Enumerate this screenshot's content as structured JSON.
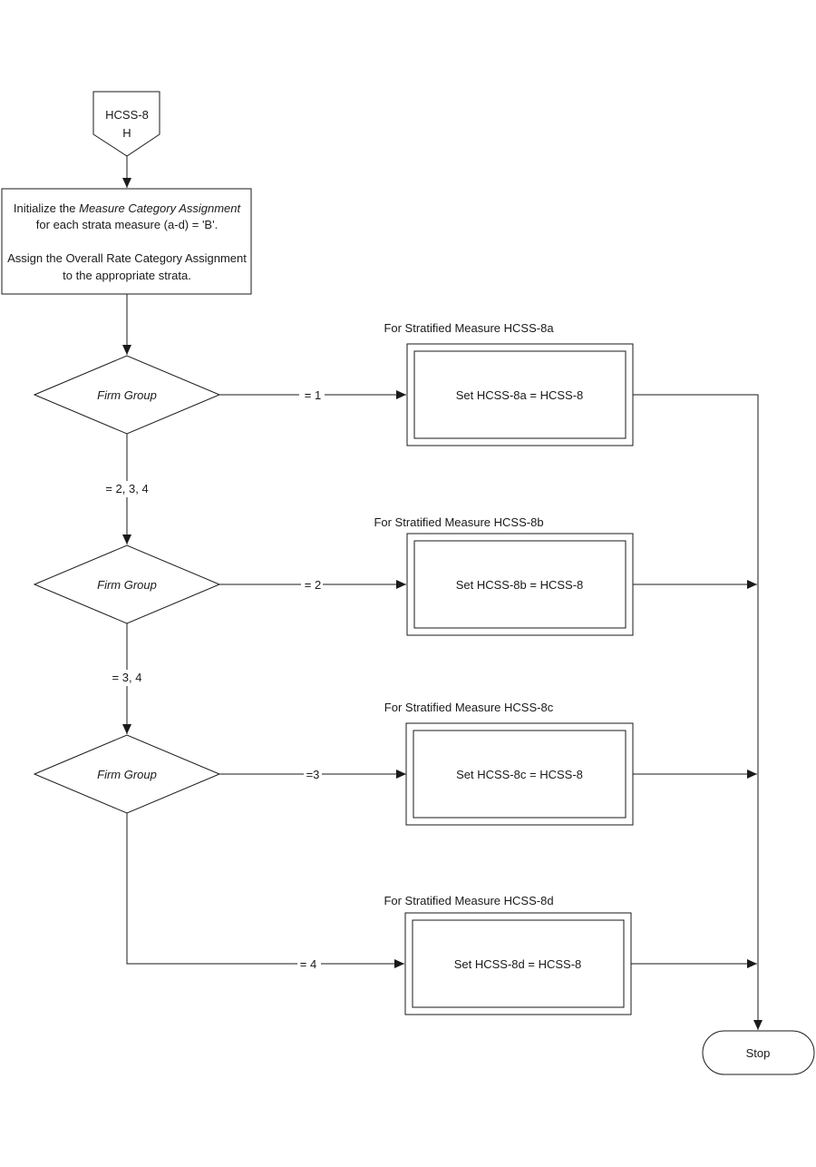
{
  "connector": {
    "line1": "HCSS-8",
    "line2": "H"
  },
  "init_box": {
    "line1_prefix": "Initialize the ",
    "line1_italic": "Measure Category Assignment",
    "line2": "for each strata measure (a-d) = 'B'.",
    "line3": "Assign the Overall Rate Category Assignment",
    "line4": "to the appropriate strata."
  },
  "decisions": [
    {
      "label": "Firm Group",
      "right_label": "= 1",
      "down_label": "= 2, 3, 4"
    },
    {
      "label": "Firm Group",
      "right_label": "= 2",
      "down_label": "= 3, 4"
    },
    {
      "label": "Firm Group",
      "right_label": "=3",
      "down_label": ""
    }
  ],
  "branch_d_label": "= 4",
  "strata": [
    {
      "caption": "For Stratified Measure HCSS-8a",
      "text": "Set  HCSS-8a = HCSS-8"
    },
    {
      "caption": "For Stratified Measure HCSS-8b",
      "text": "Set  HCSS-8b = HCSS-8"
    },
    {
      "caption": "For Stratified Measure HCSS-8c",
      "text": "Set  HCSS-8c = HCSS-8"
    },
    {
      "caption": "For Stratified Measure HCSS-8d",
      "text": "Set  HCSS-8d = HCSS-8"
    }
  ],
  "stop": {
    "label": "Stop"
  }
}
